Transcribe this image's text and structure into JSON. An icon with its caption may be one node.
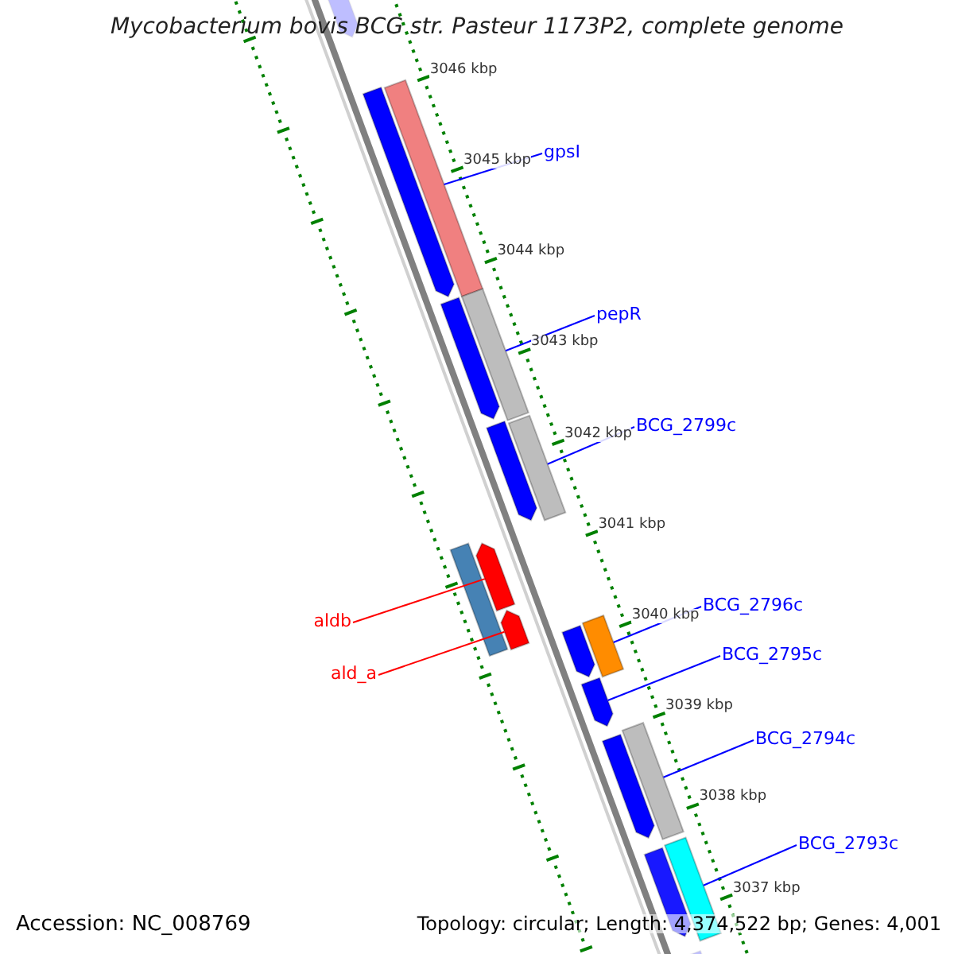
{
  "diagram": {
    "title": "Mycobacterium bovis BCG str. Pasteur 1173P2, complete genome",
    "nodes": [
      {
        "text": [
          "gpsI"
        ]
      },
      {
        "text": [],
        "shape": "bar"
      },
      {
        "text": [
          "pepR"
        ]
      },
      {
        "text": [],
        "shape": "bar"
      },
      {
        "text": [
          "BCG_2799c"
        ]
      },
      {
        "text": [],
        "shape": "bar"
      },
      {
        "text": [
          "aldb"
        ]
      },
      {
        "text": [],
        "shape": "bar"
      },
      {
        "text": [
          "BCG_2796c"
        ]
      },
      {
        "text": [],
        "shape": "bar"
      },
      {
        "text": [
          "ald_a"
        ]
      },
      {
        "text": [],
        "shape": "bar"
      },
      {
        "text": [
          "BCG_2795c"
        ]
      },
      {
        "text": [],
        "shape": "bar"
      },
      {
        "text": [
          "BCG_2794c"
        ]
      },
      {
        "text": [],
        "shape": "bar"
      },
      {
        "text": [
          "BCG_2793c"
        ]
      },
      {
        "text": [],
        "shape": "bar"
      },
      {
        "text": [],
        "shape": "bar"
      },
      {
        "text": [],
        "shape": "bar"
      },
      {
        "text": [],
        "shape": "bar"
      },
      {
        "text": [],
        "shape": "bar"
      },
      {
        "text": [],
        "shape": "bar"
      },
      {
        "text": [],
        "shape": "bar"
      },
      {
        "text": [],
        "shape": "bar"
      },
      {
        "text": [],
        "shape": "bar"
      },
      {
        "text": [],
        "shape": "bar"
      }
    ],
    "edges": [
      {
        "from": 0,
        "to": 1,
        "arrow": "none"
      },
      {
        "from": 2,
        "to": 3,
        "arrow": "none"
      },
      {
        "from": 4,
        "to": 5,
        "arrow": "none"
      },
      {
        "from": 6,
        "to": 7,
        "arrow": "none",
        "color": "#ff0000"
      },
      {
        "from": 8,
        "to": 9,
        "arrow": "none"
      },
      {
        "from": 10,
        "to": 11,
        "arrow": "none",
        "color": "#ff0000"
      },
      {
        "from": 12,
        "to": 13,
        "arrow": "none"
      },
      {
        "from": 14,
        "to": 15,
        "arrow": "none"
      },
      {
        "from": 16,
        "to": 17,
        "arrow": "none"
      }
    ],
    "labels": [
      "3046 kbp",
      "3045 kbp",
      "3044 kbp",
      "3043 kbp",
      "3042 kbp",
      "3041 kbp",
      "3040 kbp",
      "3039 kbp",
      "3038 kbp",
      "3037 kbp",
      "Accession: NC_008769",
      "Topology: circular; Length: 4,374,522 bp; Genes: 4,001"
    ]
  }
}
